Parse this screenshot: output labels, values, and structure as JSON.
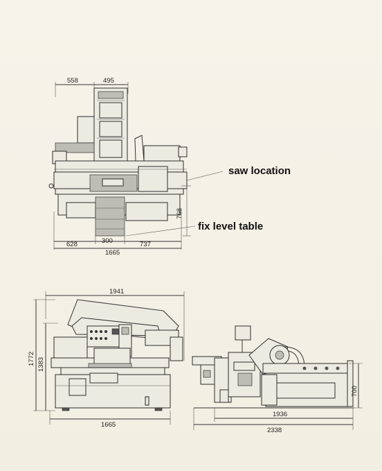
{
  "callouts": {
    "saw_location": "saw location",
    "fix_level_table": "fix level table"
  },
  "top_view": {
    "dims": {
      "top_left": "558",
      "top_right": "495",
      "bottom_left": "628",
      "bottom_mid": "300",
      "bottom_right": "737",
      "overall": "1665",
      "height_right": "768"
    }
  },
  "front_view": {
    "dims": {
      "top_width": "1941",
      "height_total": "1772",
      "height_inner": "1383",
      "base_width": "1665"
    }
  },
  "side_view": {
    "dims": {
      "length_inner": "1936",
      "length_total": "2338",
      "height_right": "700"
    }
  }
}
